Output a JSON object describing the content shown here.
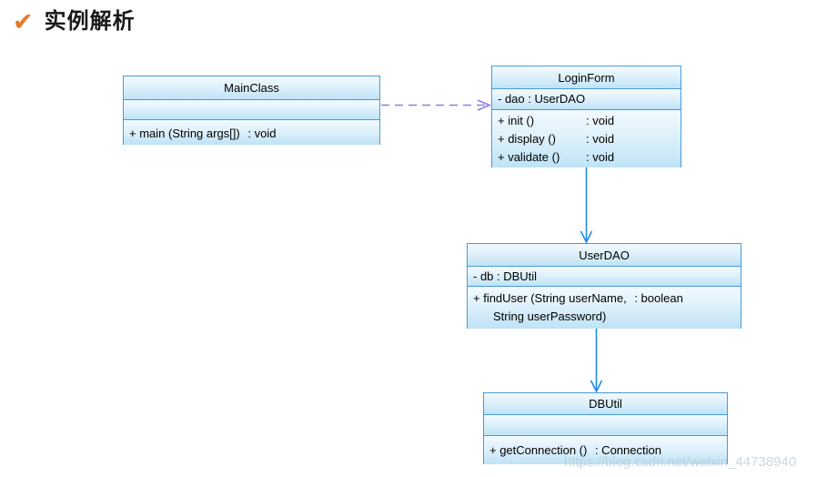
{
  "header": {
    "check_icon": "✔",
    "title": "实例解析"
  },
  "colors": {
    "box_border": "#4a9ad8",
    "box_fill_top": "#f2fafe",
    "box_fill_bottom": "#bee3f6",
    "dependency_arrow": "#8a80da",
    "association_arrow": "#2089ea",
    "check_icon": "#e8782a",
    "watermark_text": "#b9c8d3",
    "text": "#000000"
  },
  "classes": {
    "mainclass": {
      "name": "MainClass",
      "attributes": [],
      "methods": [
        {
          "name": "+ main (String args[])",
          "type": ": void"
        }
      ]
    },
    "loginform": {
      "name": "LoginForm",
      "attributes": [
        "- dao : UserDAO"
      ],
      "methods": [
        {
          "name": "+ init ()",
          "type": ": void"
        },
        {
          "name": "+ display ()",
          "type": ": void"
        },
        {
          "name": "+ validate ()",
          "type": ": void"
        }
      ]
    },
    "userdao": {
      "name": "UserDAO",
      "attributes": [
        "- db : DBUtil"
      ],
      "methods": [
        {
          "line1": "+ findUser (String userName,",
          "type": ": boolean",
          "line2": "String userPassword)"
        }
      ]
    },
    "dbutil": {
      "name": "DBUtil",
      "attributes": [],
      "methods": [
        {
          "name": "+ getConnection ()",
          "type": ": Connection"
        }
      ]
    }
  },
  "relations": [
    {
      "from": "MainClass",
      "to": "LoginForm",
      "kind": "dependency (dashed)"
    },
    {
      "from": "LoginForm",
      "to": "UserDAO",
      "kind": "association (solid)"
    },
    {
      "from": "UserDAO",
      "to": "DBUtil",
      "kind": "association (solid)"
    }
  ],
  "watermark": {
    "text": "https://blog.csdn.net/weixin_44738940"
  }
}
